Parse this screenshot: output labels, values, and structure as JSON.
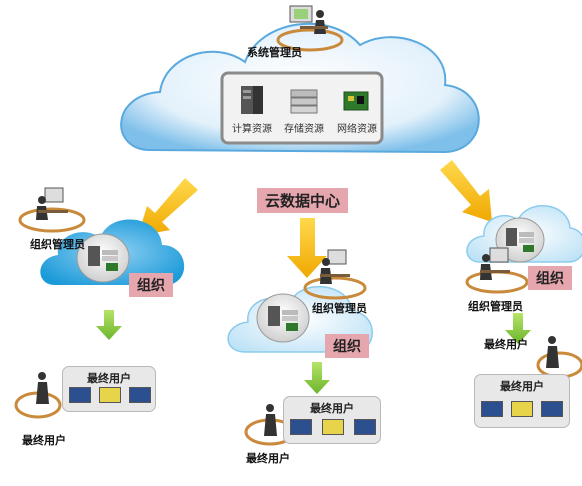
{
  "diagram": {
    "top": {
      "admin_label": "系统管理员",
      "resources": [
        {
          "label": "计算资源",
          "icon": "server-icon"
        },
        {
          "label": "存储资源",
          "icon": "storage-icon"
        },
        {
          "label": "网络资源",
          "icon": "network-card-icon"
        }
      ]
    },
    "center_label": "云数据中心",
    "orgs": [
      {
        "admin_label": "组织管理员",
        "org_label": "组织",
        "panel_title": "最终用户",
        "enduser_label": "最终用户"
      },
      {
        "admin_label": "组织管理员",
        "org_label": "组织",
        "panel_title": "最终用户",
        "enduser_label": "最终用户"
      },
      {
        "admin_label": "组织管理员",
        "org_label": "组织",
        "panel_title": "最终用户",
        "enduser_label": "最终用户"
      }
    ],
    "colors": {
      "cloud": "#6cb4e3",
      "cloud_light": "#d9eefb",
      "arrow_yellow": "#f7c21a",
      "arrow_green": "#8ccc3f",
      "ring": "#c98a3c",
      "label_bg": "#e6a6ae"
    }
  }
}
